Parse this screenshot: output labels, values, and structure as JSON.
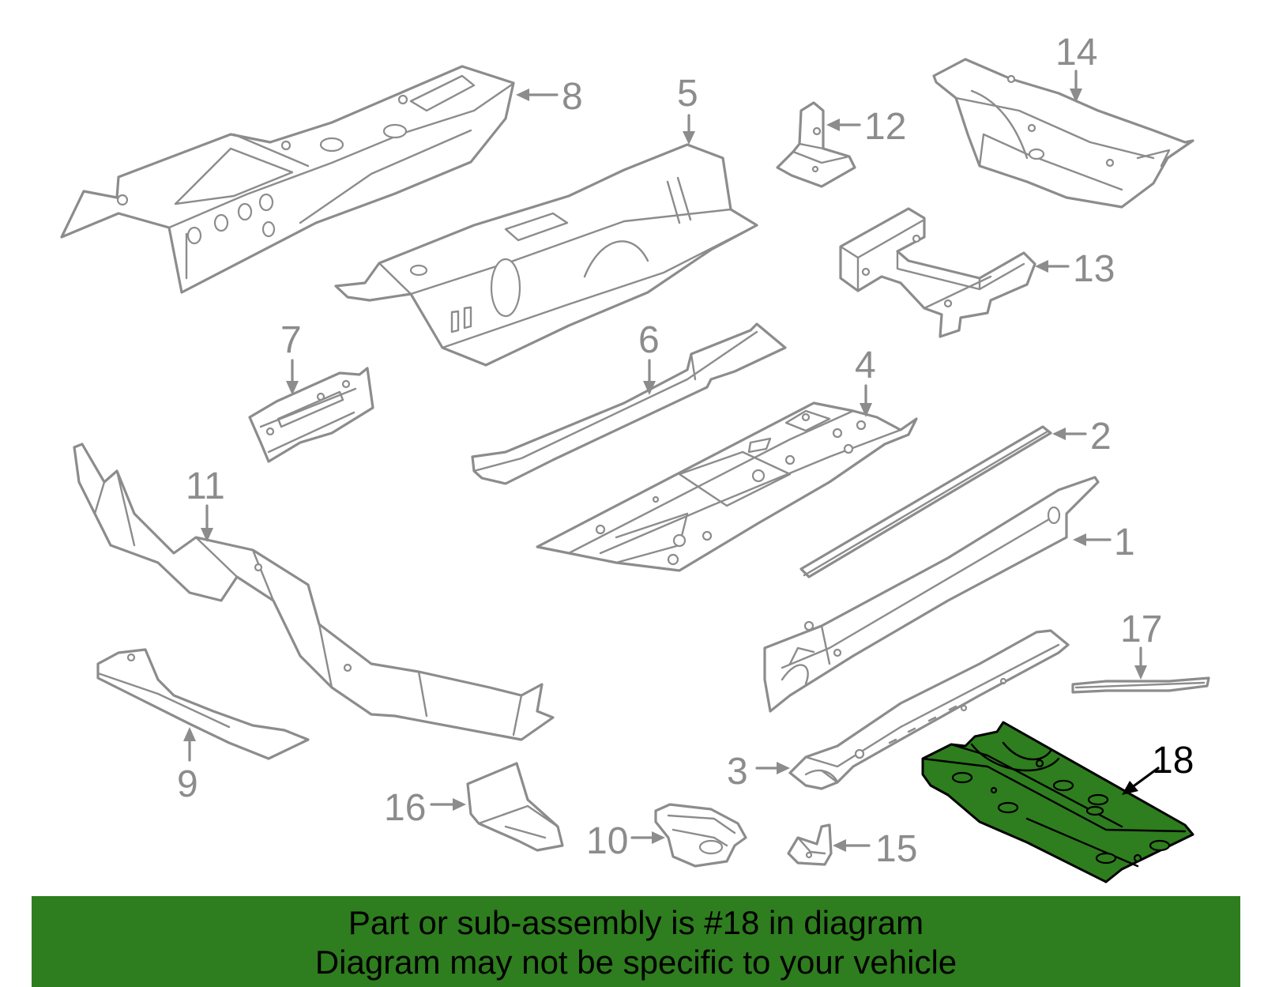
{
  "callouts": {
    "c1": "1",
    "c2": "2",
    "c3": "3",
    "c4": "4",
    "c5": "5",
    "c6": "6",
    "c7": "7",
    "c8": "8",
    "c9": "9",
    "c10": "10",
    "c11": "11",
    "c12": "12",
    "c13": "13",
    "c14": "14",
    "c15": "15",
    "c16": "16",
    "c17": "17",
    "c18": "18"
  },
  "highlight": {
    "part_number": "18",
    "color": "#2e7d1e"
  },
  "banner": {
    "line1": "Part or sub-assembly is #18 in diagram",
    "line2": "Diagram may not be specific to your vehicle"
  }
}
